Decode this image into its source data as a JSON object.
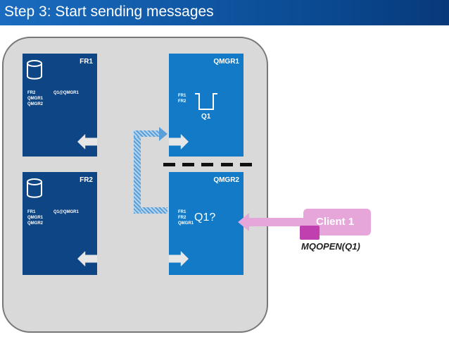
{
  "title": "Step 3: Start sending messages",
  "fr1": {
    "name": "FR1",
    "list": [
      "FR2",
      "QMGR1",
      "QMGR2"
    ],
    "alias": "Q1@QMGR1"
  },
  "fr2": {
    "name": "FR2",
    "list": [
      "FR1",
      "QMGR1",
      "QMGR2"
    ],
    "alias": "Q1@QMGR1"
  },
  "qmgr1": {
    "name": "QMGR1",
    "list": [
      "FR1",
      "FR2"
    ],
    "queue": "Q1"
  },
  "qmgr2": {
    "name": "QMGR2",
    "list": [
      "FR1",
      "FR2",
      "QMGR1"
    ],
    "query": "Q1?"
  },
  "client": {
    "name": "Client 1",
    "call": "MQOPEN(Q1)"
  },
  "colors": {
    "dark": "#0e4584",
    "light": "#127ac6",
    "client": "#e6a6da",
    "handle": "#c040b0"
  }
}
